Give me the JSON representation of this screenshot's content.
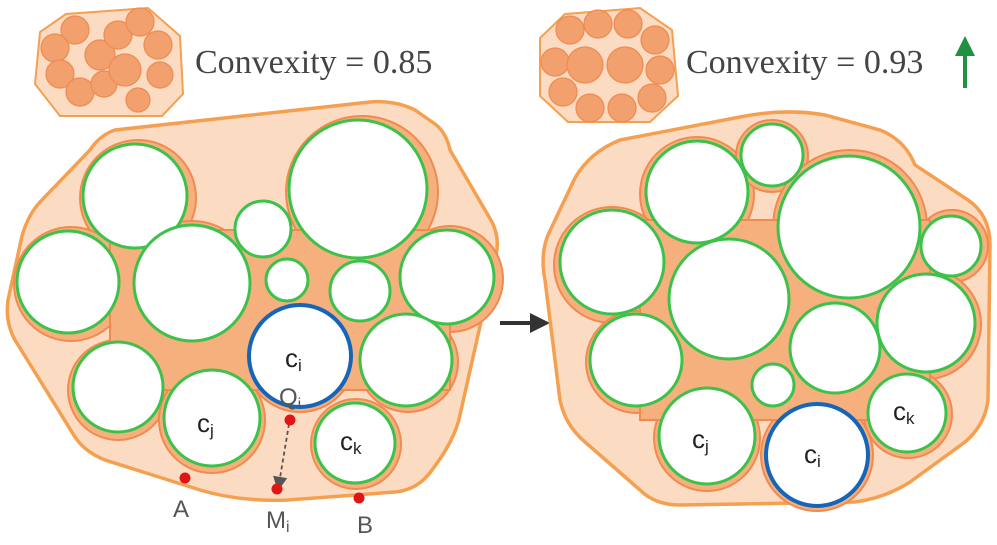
{
  "colors": {
    "hull_stroke": "#F5A050",
    "hull_fill": "#FBDCC3",
    "blob_fill": "#F2A06E",
    "blob_edge": "#F08A50",
    "circle_stroke": "#3CC24A",
    "highlight_stroke": "#1565B8",
    "point": "#E01515",
    "arrow_up": "#1F9140",
    "arrow_mid": "#333333",
    "text": "#444444"
  },
  "left_panel": {
    "convexity_label": "Convexity = 0.85",
    "circle_labels": {
      "ci": {
        "main": "c",
        "sub": "i"
      },
      "cj": {
        "main": "c",
        "sub": "j"
      },
      "ck": {
        "main": "c",
        "sub": "k"
      }
    },
    "points": {
      "A": "A",
      "B": "B",
      "M": {
        "main": "M",
        "sub": "i"
      },
      "Q": {
        "main": "Q",
        "sub": "i"
      }
    }
  },
  "right_panel": {
    "convexity_label": "Convexity = 0.93",
    "trend_icon": "arrow-up-icon",
    "circle_labels": {
      "ci": {
        "main": "c",
        "sub": "i"
      },
      "cj": {
        "main": "c",
        "sub": "j"
      },
      "ck": {
        "main": "c",
        "sub": "k"
      }
    }
  },
  "transition_icon": "arrow-right-icon"
}
